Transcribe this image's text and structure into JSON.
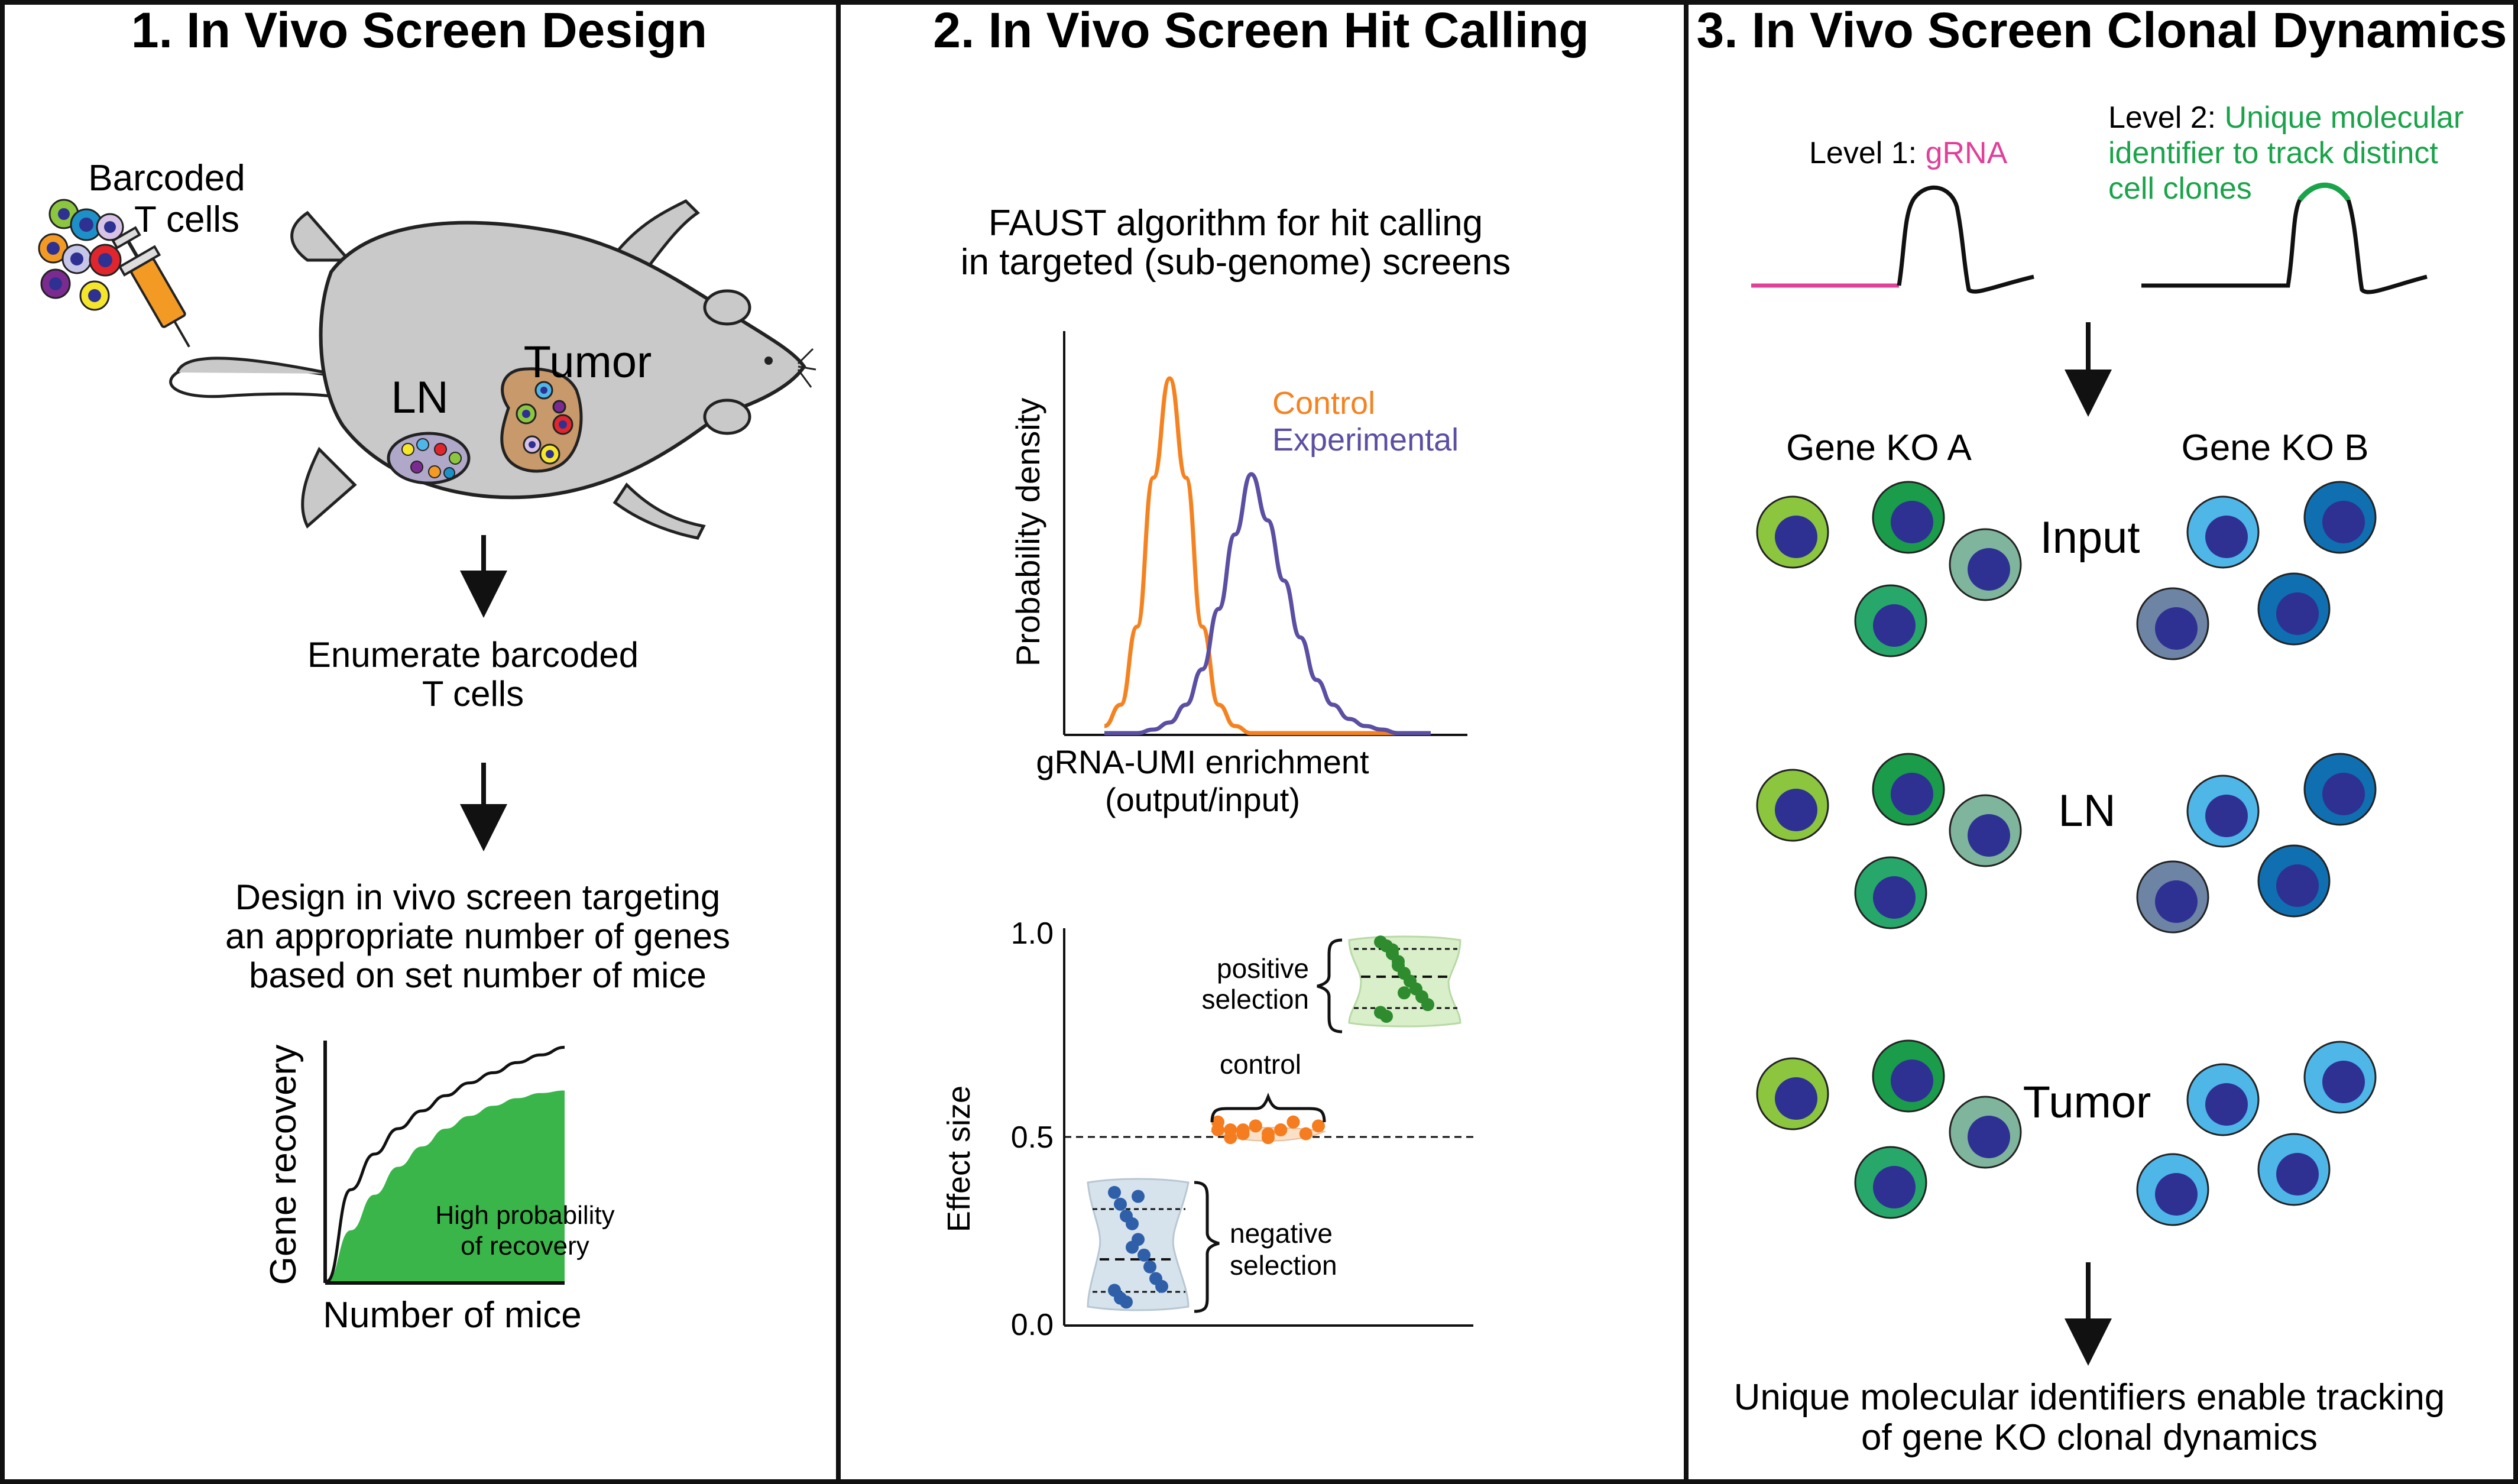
{
  "colors": {
    "border": "#111111",
    "mouse_fill": "#c9c9c9",
    "control": "#f58220",
    "experimental": "#5b4fa3",
    "grna": "#e0409a",
    "umi": "#1aa34a",
    "recovery_fill": "#3ab54a",
    "neg_violin": "#d7e3ec",
    "pos_violin": "#d8efc9",
    "dots_blue": "#2f5fa8",
    "dots_green": "#2e8b2e",
    "dots_orange": "#f57c1f",
    "nucleus": "#2e3192",
    "ko_a_cells": [
      "#8cc63f",
      "#1a9c4a",
      "#7fb59c",
      "#27a86a"
    ],
    "ko_b_cells": [
      "#4fb6e8",
      "#0f6fb0",
      "#0f6fb0",
      "#6d84a4"
    ]
  },
  "panel1": {
    "title": "1. In Vivo Screen Design",
    "barcoded_line1": "Barcoded",
    "barcoded_line2": "T cells",
    "tumor_label": "Tumor",
    "ln_label": "LN",
    "enumerate_line1": "Enumerate barcoded",
    "enumerate_line2": "T cells",
    "design_line1": "Design in vivo screen targeting",
    "design_line2": "an appropriate number of genes",
    "design_line3": "based on set number of mice",
    "y_axis": "Gene recovery",
    "x_axis": "Number of mice",
    "area_line1": "High probability",
    "area_line2": "of recovery",
    "icons": [
      "mouse-illustration",
      "syringe-icon",
      "t-cell-icon",
      "arrow-down-icon"
    ]
  },
  "panel2": {
    "title": "2. In Vivo Screen Hit Calling",
    "subtitle_line1": "FAUST algorithm for hit calling",
    "subtitle_line2": "in targeted (sub-genome) screens",
    "density_chart": {
      "y_axis": "Probability density",
      "x_axis_line1": "gRNA-UMI enrichment",
      "x_axis_line2": "(output/input)",
      "legend_control": "Control",
      "legend_experimental": "Experimental"
    },
    "violin_chart": {
      "y_axis": "Effect size",
      "ticks": [
        "1.0",
        "0.5",
        "0.0"
      ],
      "positive_line1": "positive",
      "positive_line2": "selection",
      "control_label": "control",
      "negative_line1": "negative",
      "negative_line2": "selection"
    }
  },
  "chart_data": [
    {
      "type": "line",
      "x": [
        0.0,
        0.05,
        0.1,
        0.15,
        0.2,
        0.25,
        0.3,
        0.35,
        0.4,
        0.45,
        0.5,
        0.55,
        0.6,
        0.65,
        0.7,
        0.75,
        0.8,
        0.85,
        0.9,
        0.95,
        1.0
      ],
      "series": [
        {
          "name": "Control",
          "values": [
            0.02,
            0.08,
            0.3,
            0.72,
            1.0,
            0.72,
            0.3,
            0.08,
            0.02,
            0.0,
            0.0,
            0.0,
            0.0,
            0.0,
            0.0,
            0.0,
            0.0,
            0.0,
            0.0,
            0.0,
            0.0
          ]
        },
        {
          "name": "Experimental",
          "values": [
            0.0,
            0.0,
            0.0,
            0.01,
            0.03,
            0.08,
            0.18,
            0.35,
            0.56,
            0.73,
            0.6,
            0.43,
            0.27,
            0.15,
            0.08,
            0.04,
            0.02,
            0.01,
            0.0,
            0.0,
            0.0
          ]
        }
      ],
      "xlabel": "gRNA-UMI enrichment (output/input)",
      "ylabel": "Probability density",
      "grid": false,
      "legend": "top-right"
    },
    {
      "type": "scatter",
      "ylabel": "Effect size",
      "ylim": [
        0.0,
        1.0
      ],
      "ticks": [
        0.0,
        0.5,
        1.0
      ],
      "reference_line": 0.5,
      "series": [
        {
          "name": "negative selection",
          "values": [
            0.34,
            0.31,
            0.28,
            0.26,
            0.22,
            0.18,
            0.15,
            0.12,
            0.1,
            0.09,
            0.07,
            0.06,
            0.2,
            0.33
          ]
        },
        {
          "name": "control",
          "values": [
            0.52,
            0.5,
            0.49,
            0.51,
            0.48,
            0.5,
            0.52,
            0.49,
            0.51,
            0.5,
            0.48,
            0.5,
            0.51,
            0.49,
            0.5,
            0.52
          ]
        },
        {
          "name": "positive selection",
          "values": [
            0.98,
            0.97,
            0.95,
            0.93,
            0.9,
            0.88,
            0.86,
            0.84,
            0.82,
            0.8,
            0.79,
            0.96,
            0.92,
            0.85
          ]
        }
      ]
    },
    {
      "type": "area",
      "xlabel": "Number of mice",
      "ylabel": "Gene recovery",
      "x": [
        0,
        0.1,
        0.2,
        0.3,
        0.4,
        0.5,
        0.6,
        0.7,
        0.8,
        0.9,
        1.0
      ],
      "series": [
        {
          "name": "upper",
          "values": [
            0,
            0.36,
            0.5,
            0.6,
            0.67,
            0.73,
            0.78,
            0.82,
            0.86,
            0.89,
            0.92
          ]
        },
        {
          "name": "High probability of recovery",
          "values": [
            0,
            0.2,
            0.34,
            0.45,
            0.53,
            0.6,
            0.65,
            0.69,
            0.72,
            0.74,
            0.75
          ]
        }
      ]
    }
  ],
  "panel3": {
    "title": "3. In Vivo Screen Clonal Dynamics",
    "level1_prefix": "Level 1: ",
    "level1_value": "gRNA",
    "level2_prefix": "Level 2: ",
    "level2_value_line1": "Unique molecular",
    "level2_value_line2": "identifier to track distinct",
    "level2_value_line3": "cell clones",
    "gene_ko_a": "Gene KO A",
    "gene_ko_b": "Gene KO B",
    "row_input": "Input",
    "row_ln": "LN",
    "row_tumor": "Tumor",
    "conclusion_line1": "Unique molecular identifiers enable tracking",
    "conclusion_line2": "of gene KO clonal dynamics"
  }
}
